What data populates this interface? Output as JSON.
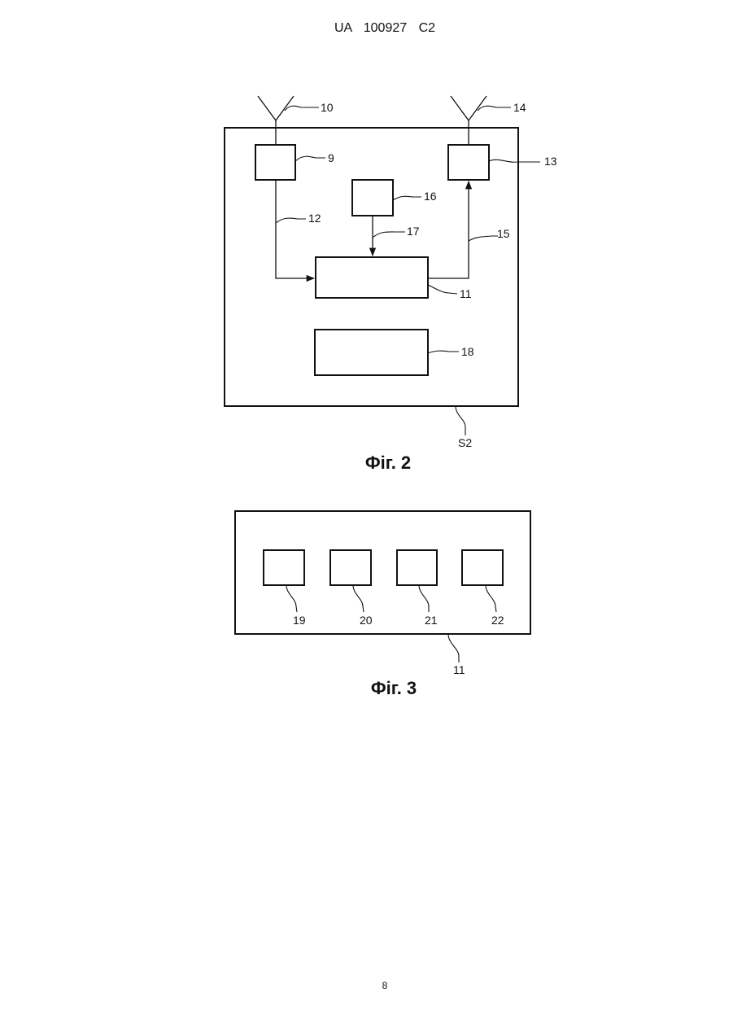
{
  "header": {
    "document_id": "UA   100927   C2"
  },
  "figure2": {
    "caption": "Фіг. 2",
    "labels": {
      "antenna_rx": "10",
      "receiver": "9",
      "antenna_tx": "14",
      "transmitter": "13",
      "input_block": "16",
      "line_rx": "12",
      "line_input": "17",
      "line_tx": "15",
      "processor": "11",
      "memory": "18",
      "station": "S2"
    }
  },
  "figure3": {
    "caption": "Фіг. 3",
    "labels": {
      "unit_a": "19",
      "unit_b": "20",
      "unit_c": "21",
      "unit_d": "22",
      "processor": "11"
    }
  },
  "footer": {
    "page_number": "8"
  }
}
